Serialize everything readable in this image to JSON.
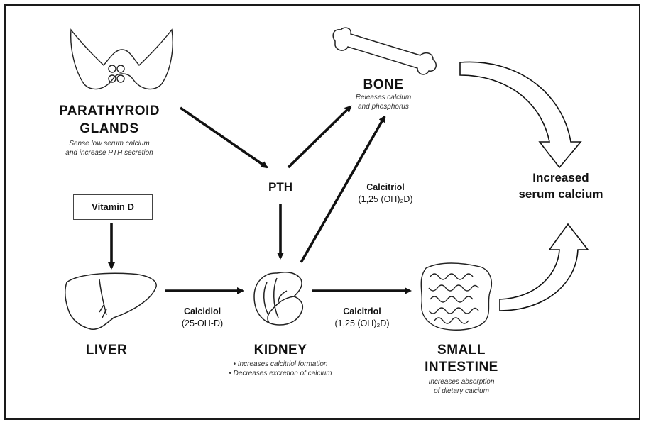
{
  "nodes": {
    "parathyroid": {
      "title_line1": "PARATHYROID",
      "title_line2": "GLANDS",
      "note_line1": "Sense low serum calcium",
      "note_line2": "and increase PTH secretion"
    },
    "pth": {
      "label": "PTH"
    },
    "vitamin_d": {
      "label": "Vitamin D"
    },
    "liver": {
      "label": "LIVER"
    },
    "kidney": {
      "label": "KIDNEY",
      "note_line1": "• Increases calcitriol formation",
      "note_line2": "• Decreases excretion of calcium"
    },
    "bone": {
      "label": "BONE",
      "note_line1": "Releases calcium",
      "note_line2": "and phosphorus"
    },
    "small_intestine": {
      "label_line1": "SMALL",
      "label_line2": "INTESTINE",
      "note_line1": "Increases absorption",
      "note_line2": "of dietary calcium"
    },
    "result": {
      "line1": "Increased",
      "line2": "serum calcium"
    }
  },
  "edges": {
    "calcidiol": {
      "label": "Calcidiol",
      "formula": "(25-OH-D)"
    },
    "calcitriol_intestine": {
      "label": "Calcitriol",
      "formula": "(1,25 (OH)₂D)"
    },
    "calcitriol_bone": {
      "label": "Calcitriol",
      "formula": "(1,25 (OH)₂D)"
    }
  },
  "colors": {
    "ink": "#111111",
    "paper": "#ffffff"
  }
}
